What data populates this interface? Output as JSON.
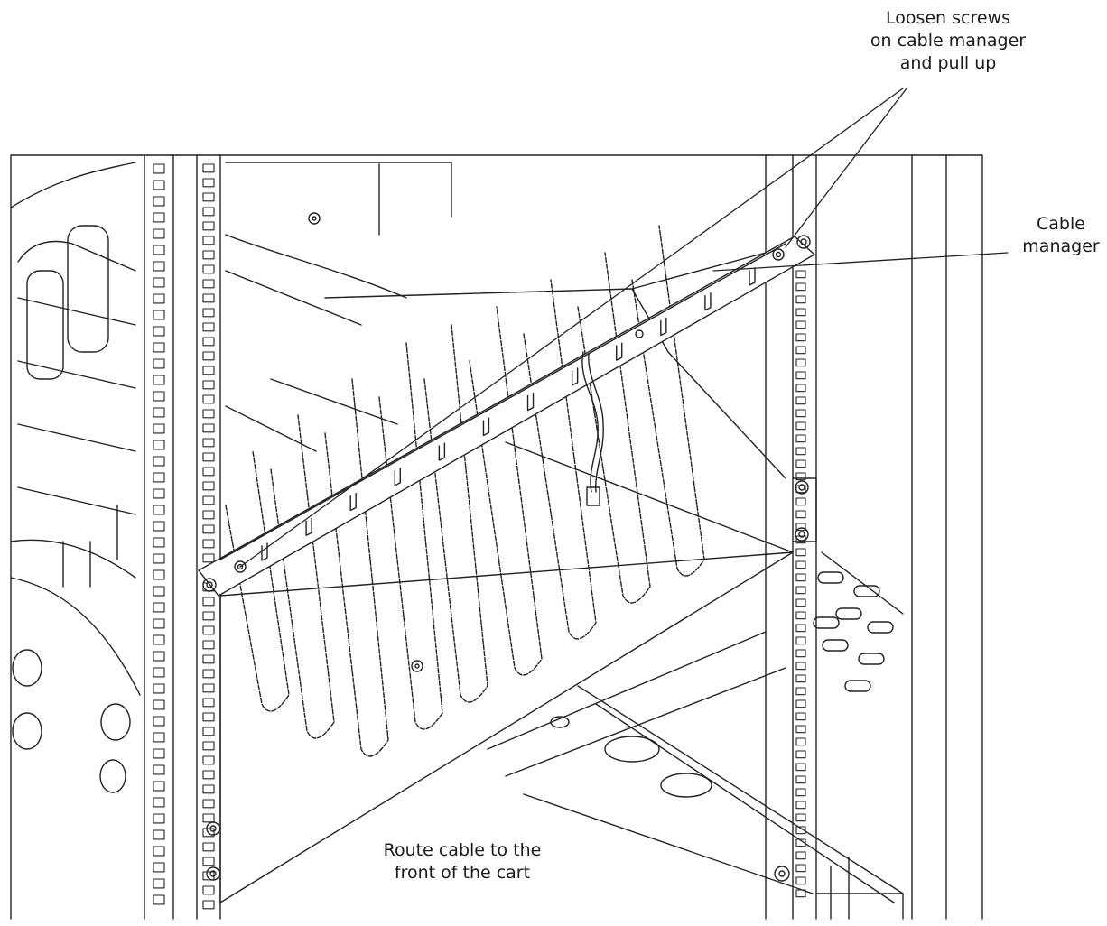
{
  "callouts": {
    "loosen_screws": {
      "lines": [
        "Loosen screws",
        "on cable manager",
        "and pull up"
      ]
    },
    "cable_manager": {
      "lines": [
        "Cable",
        "manager"
      ]
    },
    "route_cable": {
      "lines": [
        "Route cable to the",
        "front of the cart"
      ]
    }
  },
  "colors": {
    "line": "#222222",
    "background": "#ffffff"
  }
}
